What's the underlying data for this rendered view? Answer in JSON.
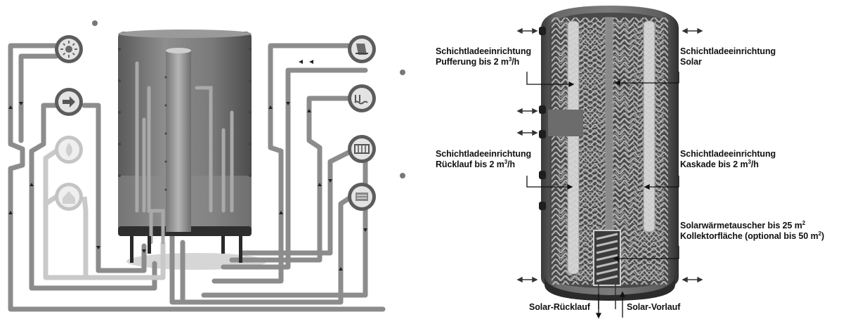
{
  "labels": {
    "buffer": {
      "line1": "Schichtladeeinrichtung",
      "line2": "Pufferung bis 2 m",
      "sup": "3",
      "tail": "/h"
    },
    "solar": {
      "line1": "Schichtladeeinrichtung",
      "line2": "Solar"
    },
    "return": {
      "line1": "Schichtladeeinrichtung",
      "line2": "Rücklauf bis 2 m",
      "sup": "3",
      "tail": "/h"
    },
    "cascade": {
      "line1": "Schichtladeeinrichtung",
      "line2": "Kaskade bis 2 m",
      "sup": "3",
      "tail": "/h"
    },
    "exchanger": {
      "line1": "Solarwärmetauscher bis 25 m",
      "sup1": "2",
      "line2": "Kollektorfläche (optional bis 50 m",
      "sup2": "2",
      "tail2": ")"
    },
    "solar_return": "Solar-Rücklauf",
    "solar_flow": "Solar-Vorlauf"
  },
  "icons": {
    "left": [
      "sun-icon",
      "heat-pump-icon",
      "fire-icon",
      "house-icon"
    ],
    "right": [
      "shower-icon",
      "pool-icon",
      "radiator-icon",
      "underfloor-heating-icon"
    ]
  },
  "colors": {
    "pipe": "#8c8c8c",
    "pipe_light": "#c8c8c8",
    "tank": "#6a6a6a",
    "dark": "#333333"
  }
}
